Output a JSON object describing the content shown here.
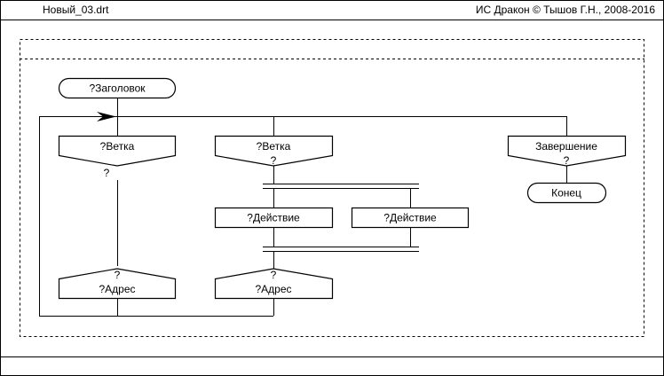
{
  "header": {
    "filename": "Новый_03.drt",
    "copyright": "ИС Дракон © Тышов Г.Н., 2008-2016"
  },
  "diagram": {
    "title": "?Заголовок",
    "branch_1": {
      "label": "?Ветка",
      "condition": "?"
    },
    "branch_2": {
      "label": "?Ветка",
      "condition": "?"
    },
    "branch_end": {
      "label": "Завершение",
      "condition": "?"
    },
    "end": "Конец",
    "action_1": "?Действие",
    "action_2": "?Действие",
    "address_1": {
      "label": "?Адрес",
      "condition": "?"
    },
    "address_2": {
      "label": "?Адрес",
      "condition": "?"
    }
  },
  "colors": {
    "stroke": "#000000",
    "background": "#ffffff"
  }
}
